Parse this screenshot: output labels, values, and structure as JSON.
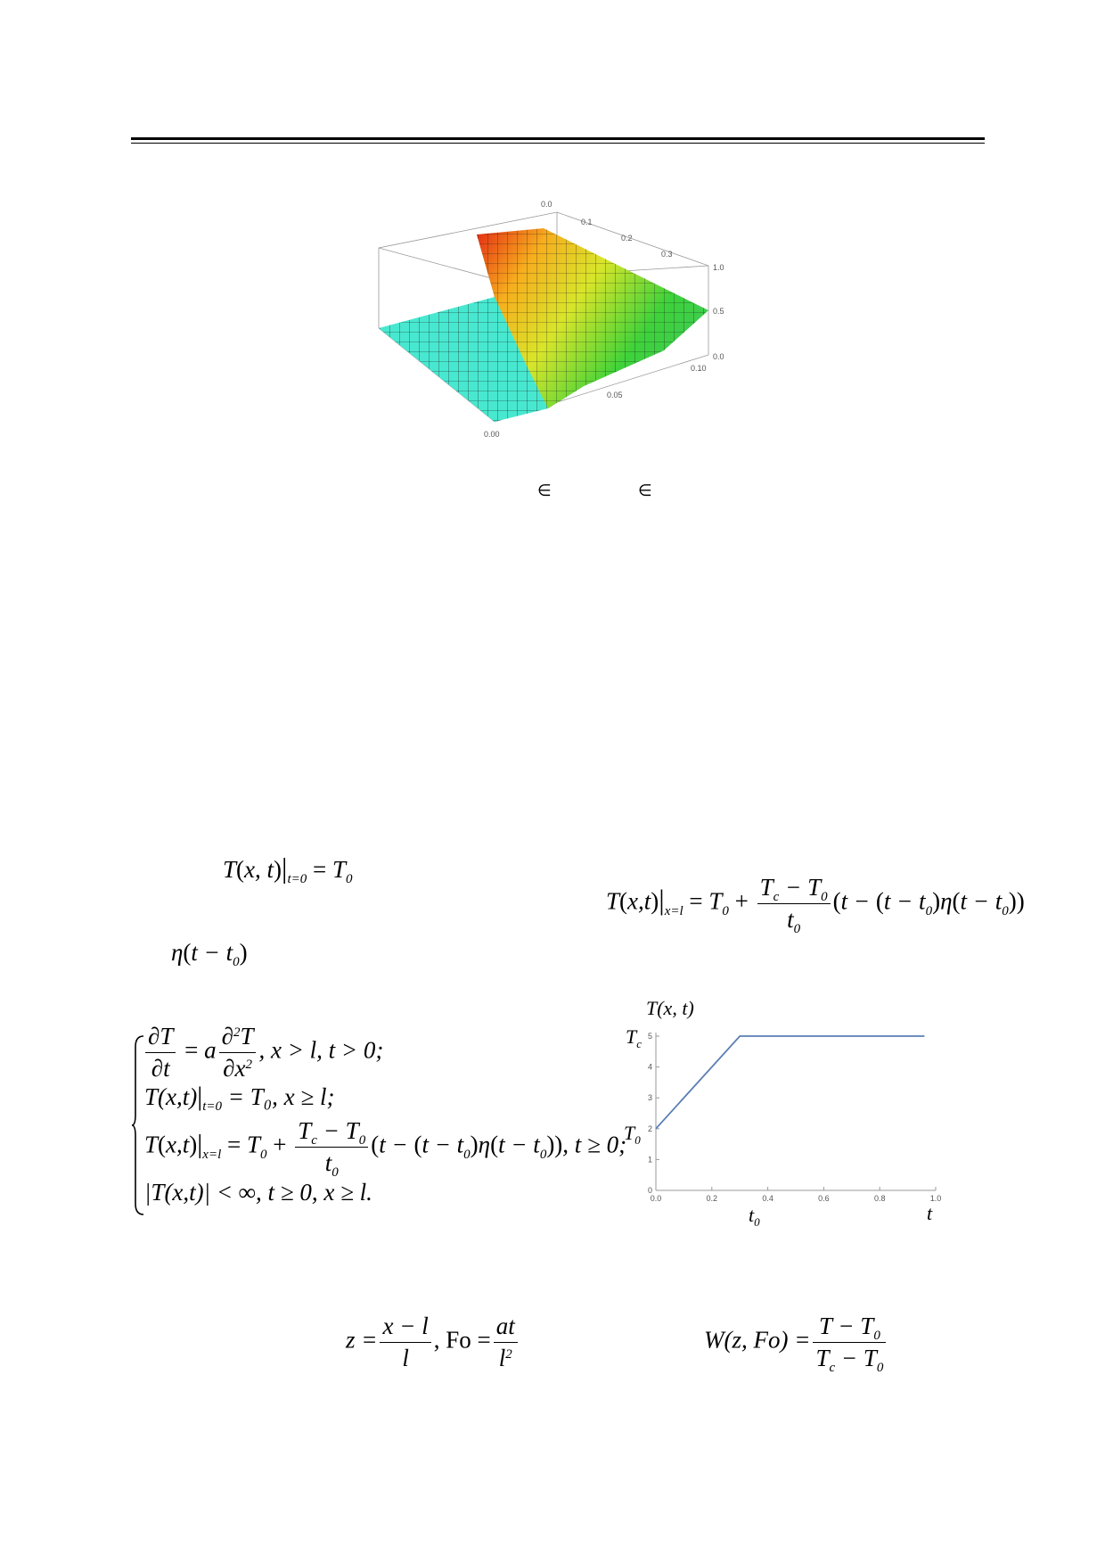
{
  "surface_plot": {
    "top_axis_ticks": [
      "0.0",
      "0.1",
      "0.2",
      "0.3"
    ],
    "right_axis_ticks": [
      "1.0",
      "0.5",
      "0.0"
    ],
    "bottom_axis_ticks": [
      "0.00",
      "0.05",
      "0.10"
    ]
  },
  "stray_symbols": [
    "∈",
    "∈"
  ],
  "eq_initial": {
    "lhs": "T",
    "args": "x, t",
    "cond": "t=0",
    "rhs": "T",
    "rhs_sub": "0"
  },
  "eq_boundary": {
    "cond": "x=l"
  },
  "eq_eta": {
    "text": "η"
  },
  "system": {
    "line1_tail": ", x > l, t > 0;",
    "line2": "T(x,t)",
    "line2_tail": "= T₀, x ≥ l;",
    "line3_tail": ", t ≥ 0;",
    "line4": "|T(x,t)| < ∞, t ≥ 0, x ≥ l."
  },
  "chart_data": {
    "type": "line",
    "title": "T(x, t)",
    "xlabel": "t",
    "ylabel": "",
    "xlim": [
      0.0,
      1.0
    ],
    "ylim": [
      0,
      5
    ],
    "x_ticks": [
      "0.0",
      "0.2",
      "0.4",
      "0.6",
      "0.8",
      "1.0"
    ],
    "y_ticks": [
      "0",
      "1",
      "2",
      "3",
      "4",
      "5"
    ],
    "annotations": {
      "y_high": "T",
      "y_high_sub": "c",
      "y_low": "T",
      "y_low_sub": "0",
      "x_mark": "t",
      "x_mark_sub": "0"
    },
    "series": [
      {
        "x": [
          0.0,
          0.3,
          0.96
        ],
        "y": [
          2,
          5,
          5
        ],
        "color": "#5a7fb4"
      }
    ]
  },
  "eq_dimless": {
    "z_lhs": "z =",
    "fo_lhs": "Fo ="
  },
  "eq_w": {
    "lhs": "W(z, Fo) ="
  }
}
